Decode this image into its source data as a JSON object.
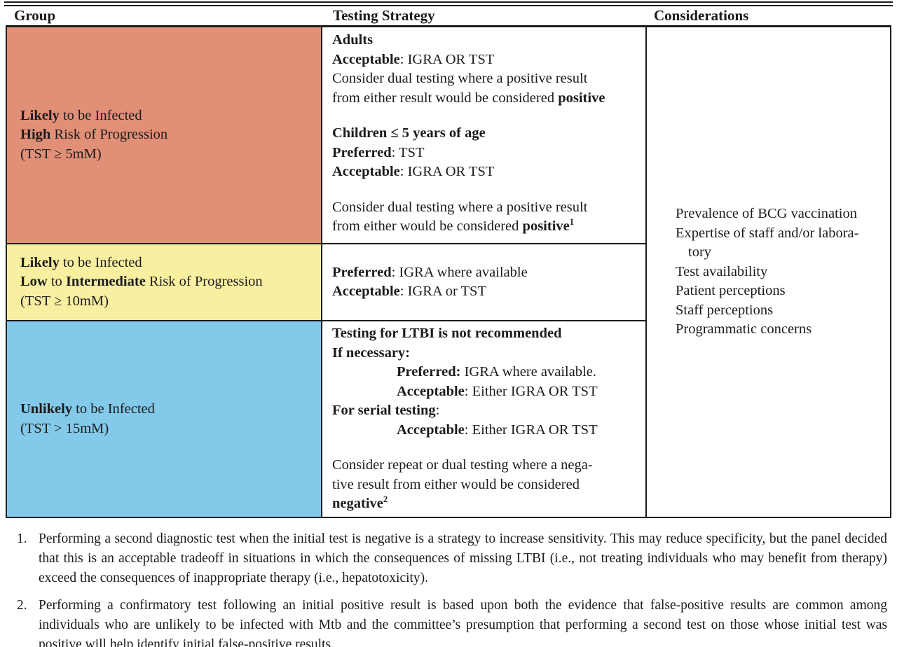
{
  "colors": {
    "salmon": "#E18F77",
    "yellow": "#F8EFA0",
    "blue": "#82C9EA",
    "border": "#1C1C1C",
    "background": "#FFFFFF"
  },
  "table": {
    "header": [
      "Group",
      "Testing Strategy",
      "Considerations"
    ],
    "group_rows": [
      {
        "lines": [
          {
            "seg": [
              {
                "t": "Likely",
                "b": true
              },
              {
                "t": " to be Infected"
              }
            ]
          },
          {
            "seg": [
              {
                "t": "High",
                "b": true
              },
              {
                "t": " Risk of Progression"
              }
            ]
          },
          {
            "seg": [
              {
                "t": "(TST ≥ 5mM)"
              }
            ]
          }
        ]
      },
      {
        "lines": [
          {
            "seg": [
              {
                "t": "Likely",
                "b": true
              },
              {
                "t": " to be Infected"
              }
            ]
          },
          {
            "seg": [
              {
                "t": "Low",
                "b": true
              },
              {
                "t": " to "
              },
              {
                "t": "Intermediate",
                "b": true
              },
              {
                "t": " Risk of Progression"
              }
            ]
          },
          {
            "seg": [
              {
                "t": "(TST ≥ 10mM)"
              }
            ]
          }
        ]
      },
      {
        "lines": [
          {
            "seg": [
              {
                "t": "Unlikely",
                "b": true
              },
              {
                "t": " to be Infected"
              }
            ]
          },
          {
            "seg": [
              {
                "t": "(TST > 15mM)"
              }
            ]
          }
        ]
      }
    ],
    "strategy_rows": [
      {
        "lines": [
          {
            "seg": [
              {
                "t": "Adults",
                "b": true
              }
            ]
          },
          {
            "seg": [
              {
                "t": "Acceptable",
                "b": true
              },
              {
                "t": ": IGRA OR TST"
              }
            ]
          },
          {
            "seg": [
              {
                "t": "Consider dual testing where a positive result"
              }
            ]
          },
          {
            "seg": [
              {
                "t": "from either result would be considered "
              },
              {
                "t": "positive",
                "b": true
              }
            ]
          },
          {
            "seg": []
          },
          {
            "seg": [
              {
                "t": "Children ≤ 5 years of age",
                "b": true
              }
            ]
          },
          {
            "seg": [
              {
                "t": "Preferred",
                "b": true
              },
              {
                "t": ": TST"
              }
            ]
          },
          {
            "seg": [
              {
                "t": "Acceptable",
                "b": true
              },
              {
                "t": ": IGRA OR TST"
              }
            ]
          },
          {
            "seg": []
          },
          {
            "seg": [
              {
                "t": "Consider dual testing where a positive result"
              }
            ]
          },
          {
            "seg": [
              {
                "t": "from either would be considered "
              },
              {
                "t": "positive",
                "b": true
              },
              {
                "t": "1",
                "b": true,
                "sup": true
              }
            ]
          }
        ]
      },
      {
        "lines": [
          {
            "seg": [
              {
                "t": "Preferred",
                "b": true
              },
              {
                "t": ": IGRA where available"
              }
            ]
          },
          {
            "seg": [
              {
                "t": "Acceptable",
                "b": true
              },
              {
                "t": ": IGRA or TST"
              }
            ]
          }
        ]
      },
      {
        "lines": [
          {
            "seg": [
              {
                "t": "Testing for LTBI is not recommended",
                "b": true
              }
            ]
          },
          {
            "seg": [
              {
                "t": "If necessary:",
                "b": true
              }
            ]
          },
          {
            "ind": 2,
            "seg": [
              {
                "t": "Preferred:",
                "b": true
              },
              {
                "t": " IGRA where available."
              }
            ]
          },
          {
            "ind": 2,
            "seg": [
              {
                "t": "Acceptable",
                "b": true
              },
              {
                "t": ": Either IGRA OR TST"
              }
            ]
          },
          {
            "seg": [
              {
                "t": "For serial testing",
                "b": true
              },
              {
                "t": ":"
              }
            ]
          },
          {
            "ind": 2,
            "seg": [
              {
                "t": "Acceptable",
                "b": true
              },
              {
                "t": ": Either IGRA OR TST"
              }
            ]
          },
          {
            "seg": []
          },
          {
            "seg": [
              {
                "t": "Consider repeat or dual testing where a nega-"
              }
            ]
          },
          {
            "seg": [
              {
                "t": "tive result from either would be considered"
              }
            ]
          },
          {
            "seg": [
              {
                "t": "negative",
                "b": true
              },
              {
                "t": "2",
                "b": true,
                "sup": true
              }
            ]
          }
        ]
      }
    ],
    "considerations": {
      "lines": [
        {
          "seg": [
            {
              "t": "Prevalence of BCG vaccination"
            }
          ]
        },
        {
          "seg": [
            {
              "t": "Expertise of staff and/or labora-"
            }
          ]
        },
        {
          "ind": 1,
          "seg": [
            {
              "t": "tory"
            }
          ]
        },
        {
          "seg": [
            {
              "t": "Test availability"
            }
          ]
        },
        {
          "seg": [
            {
              "t": "Patient perceptions"
            }
          ]
        },
        {
          "seg": [
            {
              "t": "Staff perceptions"
            }
          ]
        },
        {
          "seg": [
            {
              "t": "Programmatic concerns"
            }
          ]
        }
      ]
    }
  },
  "footnotes": [
    {
      "num": "1.",
      "text": "Performing a second diagnostic test when the initial test is negative is a strategy to increase sensitivity. This may reduce specificity, but the panel decided that this is an acceptable tradeoff in situations in which the consequences of missing LTBI (i.e., not treating individuals who may benefit from therapy) exceed the consequences of inappropriate therapy (i.e., hepatotoxicity)."
    },
    {
      "num": "2.",
      "text": "Performing a confirmatory test following an initial positive result is based upon both the evidence that false-positive results are common among individuals who are unlikely to be infected with Mtb and the committee’s presumption that performing a second test on those whose initial test was positive will help identify initial false-positive results."
    }
  ]
}
